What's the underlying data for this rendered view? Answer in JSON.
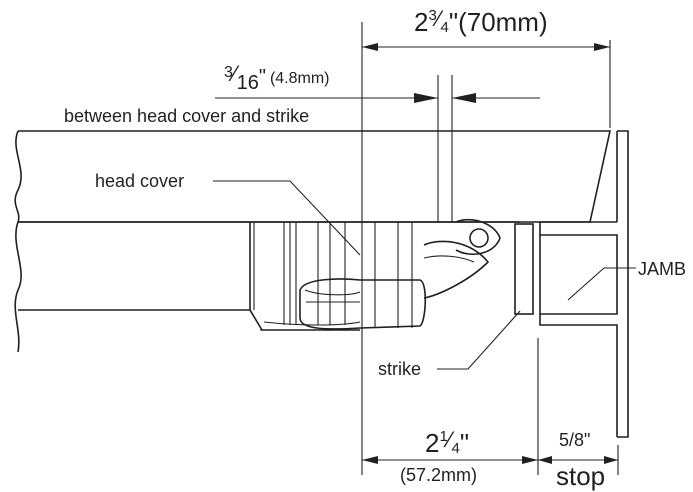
{
  "labels": {
    "overall_whole": "2",
    "overall_num": "3",
    "overall_den": "4",
    "overall_rest": "\"(70mm)",
    "gap_num": "3",
    "gap_den": "16",
    "gap_inch": "\"",
    "gap_mm": "(4.8mm)",
    "gap_caption": "between head cover and strike",
    "head_cover": "head cover",
    "jamb": "JAMB",
    "strike": "strike",
    "lower_whole": "2",
    "lower_num": "1",
    "lower_den": "4",
    "lower_inch": "\"",
    "lower_mm": "(57.2mm)",
    "stop_dim": "5/8\"",
    "stop": "stop"
  }
}
